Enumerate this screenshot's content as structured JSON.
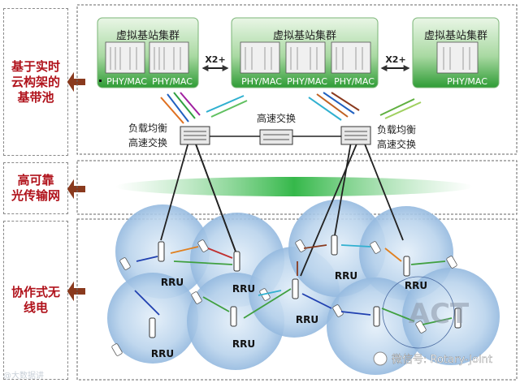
{
  "left_labels": [
    {
      "lines": [
        "基于实时",
        "云构架的",
        "基带池"
      ]
    },
    {
      "lines": [
        "高可靠",
        "光传输网"
      ]
    },
    {
      "lines": [
        "协作式无",
        "线电"
      ]
    }
  ],
  "clusters": [
    {
      "title": "虚拟基站集群",
      "phy": [
        "PHY/MAC",
        "PHY/MAC"
      ]
    },
    {
      "title": "虚拟基站集群",
      "phy": [
        "PHY/MAC",
        "PHY/MAC",
        "PHY/MAC"
      ]
    },
    {
      "title": "虚拟基站集群",
      "phy": [
        "PHY/MAC"
      ]
    }
  ],
  "x2_labels": [
    "X2+",
    "X2+"
  ],
  "switch_labels": {
    "left": [
      "负载均衡",
      "高速交换"
    ],
    "center": "高速交换",
    "right": [
      "负载均衡",
      "高速交换"
    ]
  },
  "rru_label": "RRU",
  "watermark": "ACT",
  "credit": "微信号: Rotary-Joint",
  "credit_left": "@大数据讲",
  "colors": {
    "cluster_grad_top": "#d7eed2",
    "cluster_grad_bottom": "#2e9c35",
    "label_text": "#b0121b",
    "arrow": "#8a3a1e",
    "cell_fill": "#a7c6e6",
    "ring_fill": "#35b84a"
  }
}
